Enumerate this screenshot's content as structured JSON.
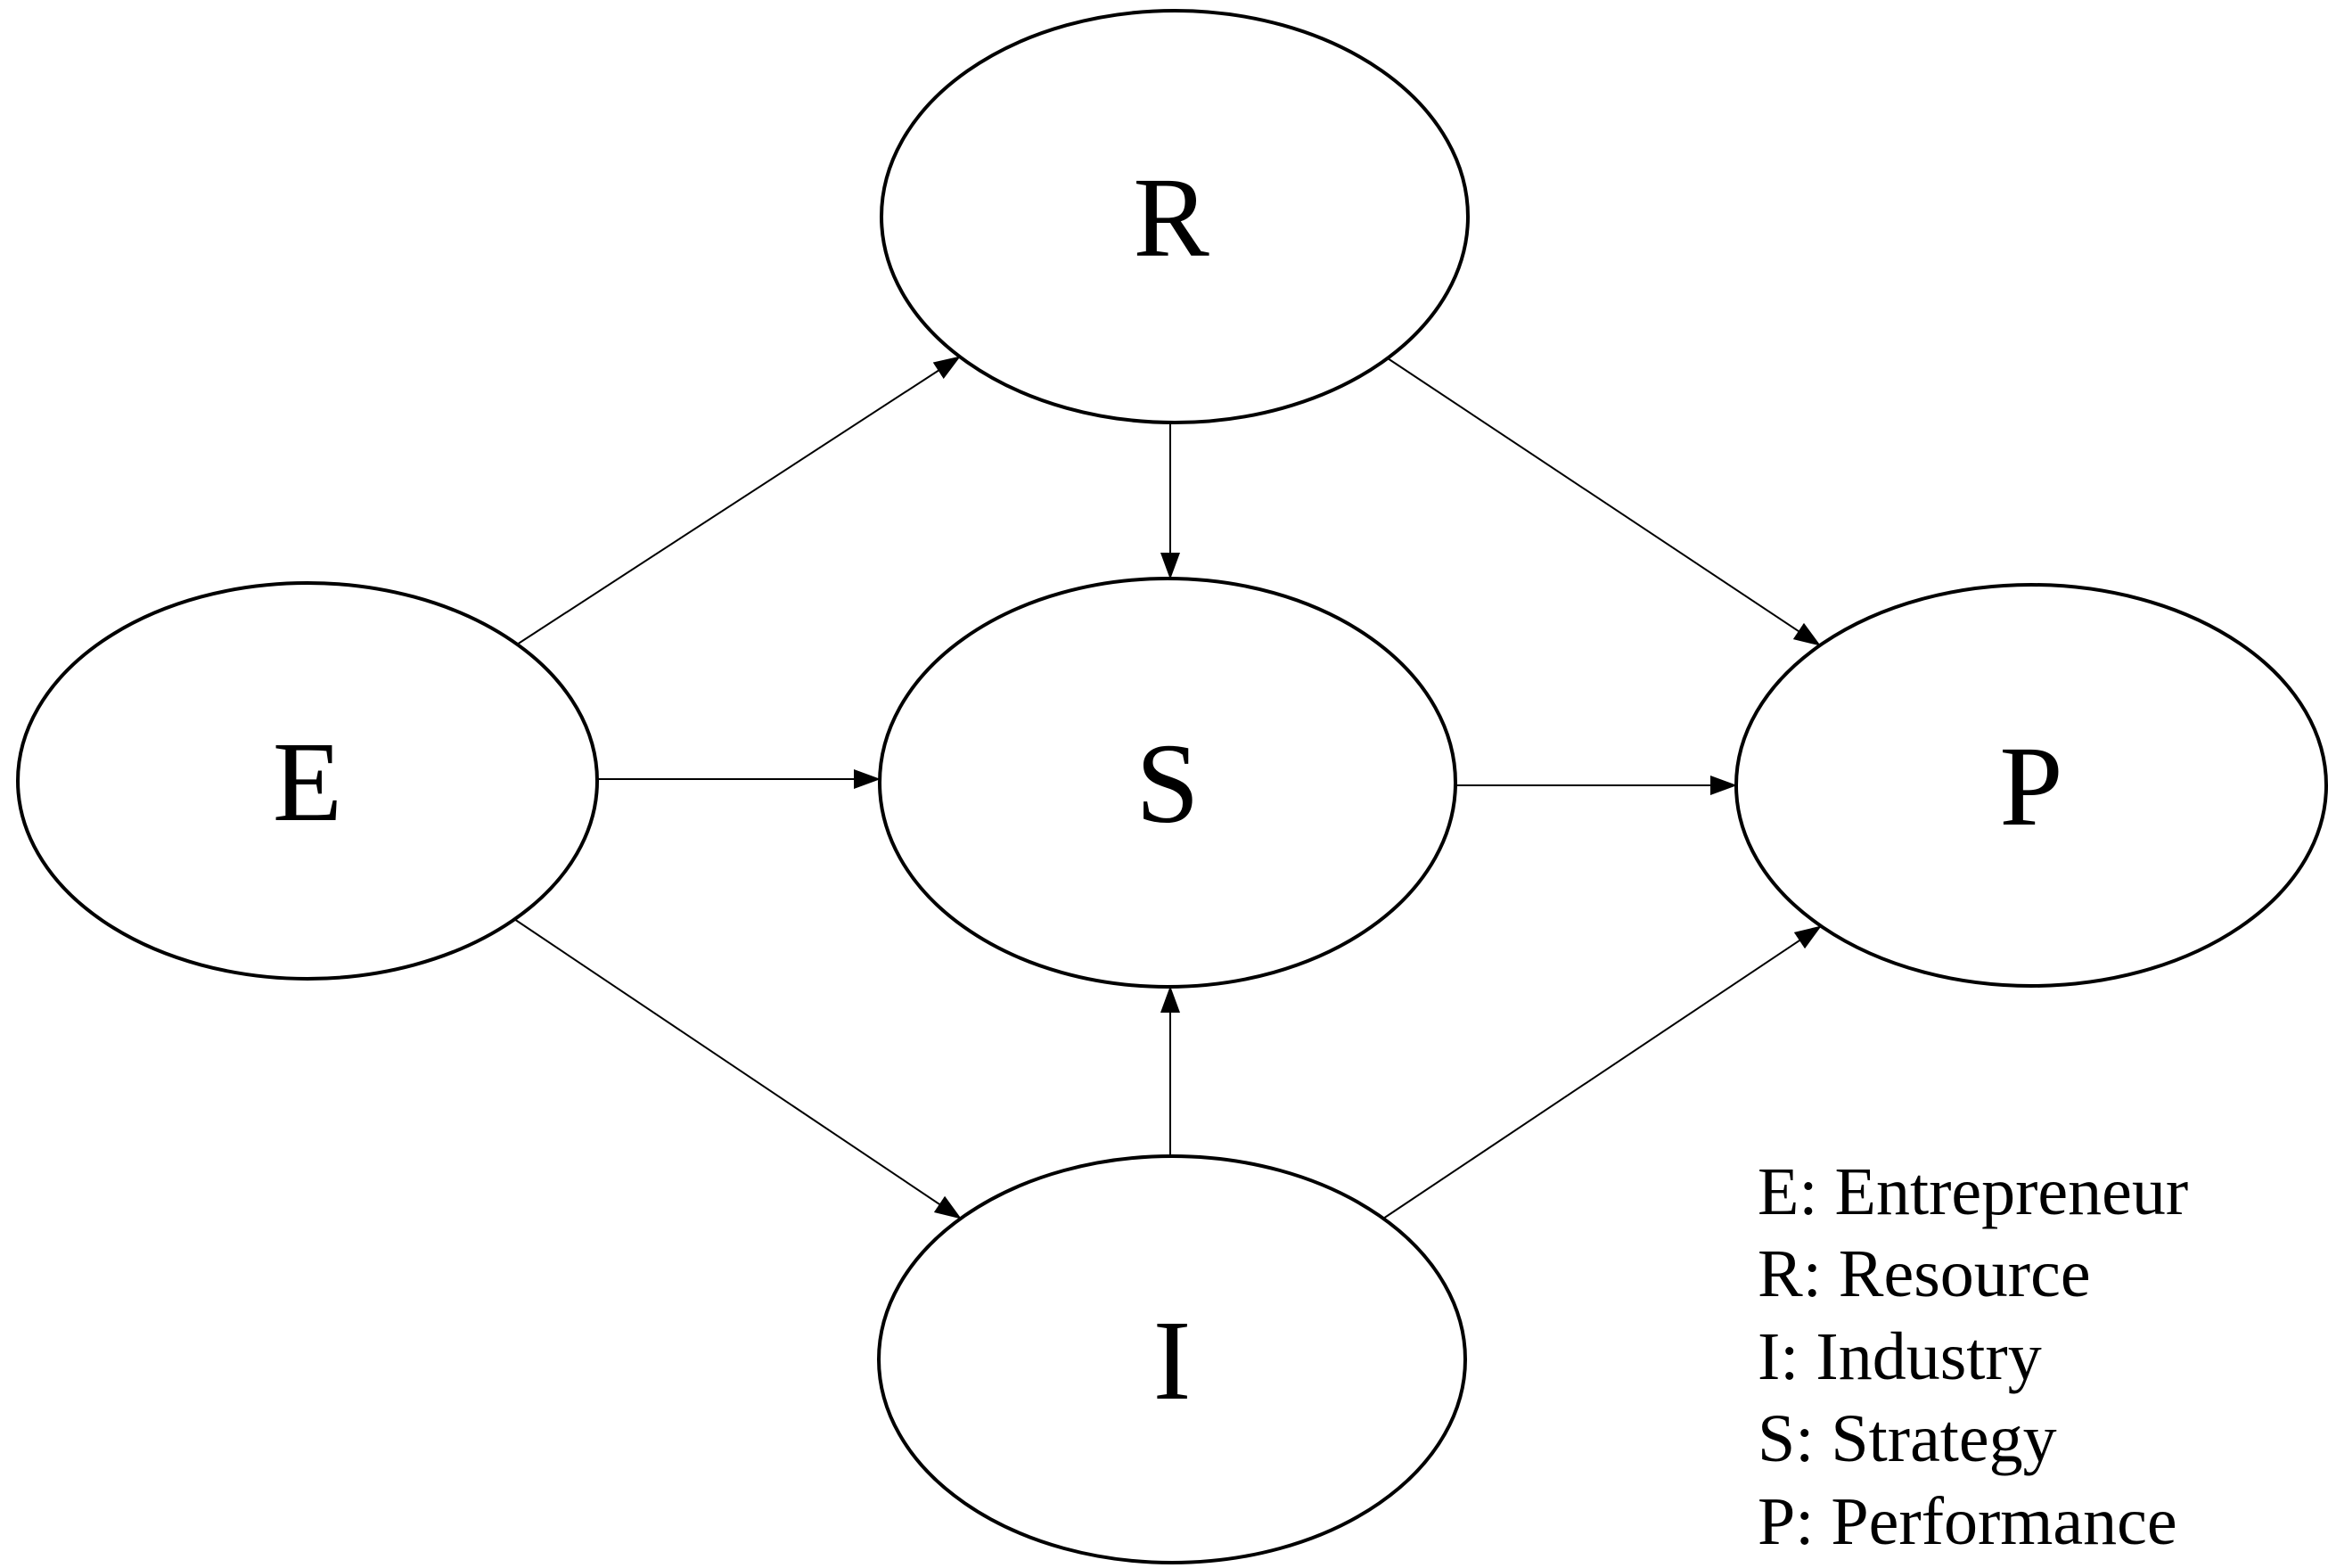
{
  "figure": {
    "background_color": "#ffffff",
    "line_color": "#000000",
    "nodes": {
      "E": {
        "label": "E"
      },
      "R": {
        "label": "R"
      },
      "S": {
        "label": "S"
      },
      "I": {
        "label": "I"
      },
      "P": {
        "label": "P"
      }
    },
    "edges": [
      {
        "from": "E",
        "to": "R"
      },
      {
        "from": "E",
        "to": "S"
      },
      {
        "from": "E",
        "to": "I"
      },
      {
        "from": "R",
        "to": "S"
      },
      {
        "from": "R",
        "to": "P"
      },
      {
        "from": "S",
        "to": "P"
      },
      {
        "from": "I",
        "to": "S"
      },
      {
        "from": "I",
        "to": "P"
      }
    ],
    "legend": {
      "items": [
        "E: Entrepreneur",
        "R: Resource",
        "I: Industry",
        "S: Strategy",
        "P: Performance"
      ]
    }
  }
}
